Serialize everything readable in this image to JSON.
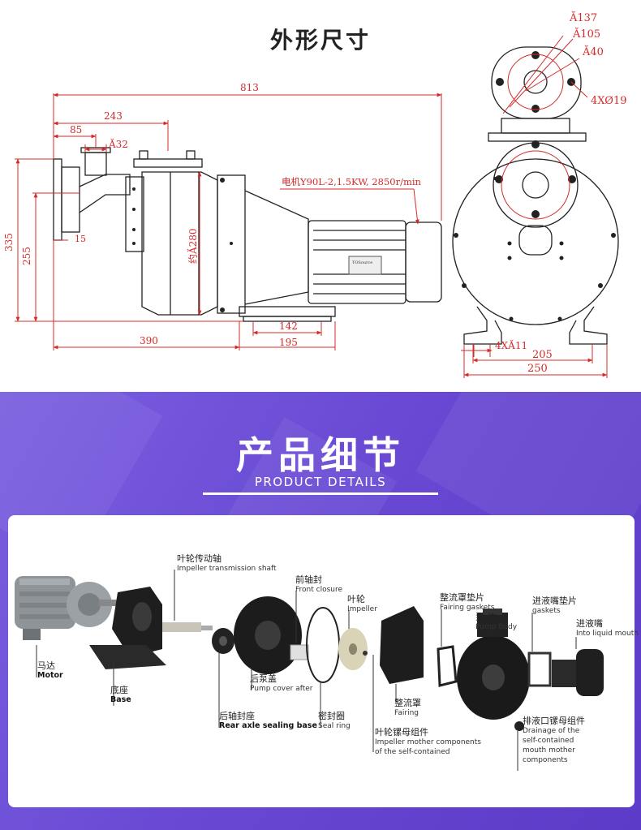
{
  "dimensions_title": "外形尺寸",
  "dimensions": {
    "total_length": "813",
    "d243": "243",
    "d85": "85",
    "d32": "Ă32",
    "height_335": "335",
    "height_255": "255",
    "d15": "15",
    "d280": "约Ă280",
    "d390": "390",
    "d142": "142",
    "d195": "195",
    "motor_label": "电机Y90L-2,1.5KW, 2850r/min",
    "flange_137": "Ă137",
    "flange_105": "Ă105",
    "flange_40": "Ă40",
    "flange_holes": "4XØ19",
    "base_holes": "4XĂ11",
    "d205": "205",
    "d250": "250"
  },
  "details_title": "产品细节",
  "details_subtitle": "PRODUCT DETAILS",
  "parts": {
    "shaft": {
      "cn": "叶轮传动轴",
      "en": "Impeller transmission shaft"
    },
    "front_closure": {
      "cn": "前轴封",
      "en": "Front closure"
    },
    "impeller": {
      "cn": "叶轮",
      "en": "Impeller"
    },
    "fairing_gaskets": {
      "cn": "整流罩垫片",
      "en": "Fairing gaskets"
    },
    "pump_body": {
      "cn": "泵 体",
      "en": "Pump Body"
    },
    "inlet_gaskets": {
      "cn": "进液嘴垫片",
      "en": "gaskets"
    },
    "inlet_mouth": {
      "cn": "进液嘴",
      "en": "Into liquid mouth"
    },
    "motor": {
      "cn": "马达",
      "en": "Motor"
    },
    "base": {
      "cn": "底座",
      "en": "Base"
    },
    "pump_cover": {
      "cn": "后泵盖",
      "en": "Pump cover after"
    },
    "rear_seal": {
      "cn": "后轴封座",
      "en": "Rear axle sealing base"
    },
    "seal_ring": {
      "cn": "密封圈",
      "en": "Seal ring"
    },
    "fairing": {
      "cn": "整流罩",
      "en": "Fairing"
    },
    "impeller_nut": {
      "cn": "叶轮镙母组件",
      "en1": "Impeller mother components",
      "en2": "of the self-contained"
    },
    "drain": {
      "cn": "排液口镙母组件",
      "en1": "Drainage of the",
      "en2": "self-contained",
      "en3": "mouth mother",
      "en4": "components"
    }
  },
  "motor_brand": "TOSource",
  "colors": {
    "dim_red": "#d42a2a",
    "purple": "#6a4ad4",
    "line": "#222222"
  }
}
